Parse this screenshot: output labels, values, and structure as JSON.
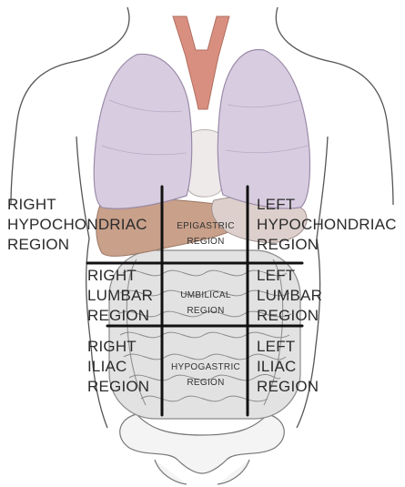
{
  "colors": {
    "body_outline": "#555555",
    "lung_fill": "#d8cde0",
    "lung_stroke": "#9a8aa8",
    "trachea_fill": "#d98f7f",
    "liver_fill": "#c9a08a",
    "stomach_fill": "#ddd0cc",
    "intestine_fill": "#e2e2e2",
    "intestine_stroke": "#8a8a8a",
    "grid_line": "#111111",
    "label_text": "#2b2b2b"
  },
  "regions": {
    "right_hypochondriac": [
      "RIGHT",
      "HYPOCHONDRIAC",
      "REGION"
    ],
    "epigastric": [
      "EPIGASTRIC",
      "REGION"
    ],
    "left_hypochondriac": [
      "LEFT",
      "HYPOCHONDRIAC",
      "REGION"
    ],
    "right_lumbar": [
      "RIGHT",
      "LUMBAR",
      "REGION"
    ],
    "umbilical": [
      "UMBILICAL",
      "REGION"
    ],
    "left_lumbar": [
      "LEFT",
      "LUMBAR",
      "REGION"
    ],
    "right_iliac": [
      "RIGHT",
      "ILIAC",
      "REGION"
    ],
    "hypogastric": [
      "HYPOGASTRIC",
      "REGION"
    ],
    "left_iliac": [
      "LEFT",
      "ILIAC",
      "REGION"
    ]
  }
}
